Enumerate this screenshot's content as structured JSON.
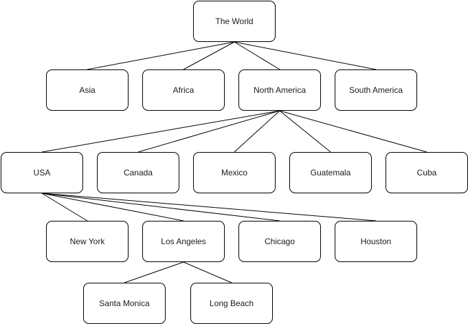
{
  "diagram": {
    "nodes": [
      {
        "id": "world",
        "label": "The World"
      },
      {
        "id": "asia",
        "label": "Asia"
      },
      {
        "id": "africa",
        "label": "Africa"
      },
      {
        "id": "north-america",
        "label": "North America"
      },
      {
        "id": "south-america",
        "label": "South America"
      },
      {
        "id": "usa",
        "label": "USA"
      },
      {
        "id": "canada",
        "label": "Canada"
      },
      {
        "id": "mexico",
        "label": "Mexico"
      },
      {
        "id": "guatemala",
        "label": "Guatemala"
      },
      {
        "id": "cuba",
        "label": "Cuba"
      },
      {
        "id": "new-york",
        "label": "New York"
      },
      {
        "id": "los-angeles",
        "label": "Los Angeles"
      },
      {
        "id": "chicago",
        "label": "Chicago"
      },
      {
        "id": "houston",
        "label": "Houston"
      },
      {
        "id": "santa-monica",
        "label": "Santa Monica"
      },
      {
        "id": "long-beach",
        "label": "Long Beach"
      }
    ],
    "edges": [
      {
        "from": "world",
        "to": "asia"
      },
      {
        "from": "world",
        "to": "africa"
      },
      {
        "from": "world",
        "to": "north-america"
      },
      {
        "from": "world",
        "to": "south-america"
      },
      {
        "from": "north-america",
        "to": "usa"
      },
      {
        "from": "north-america",
        "to": "canada"
      },
      {
        "from": "north-america",
        "to": "mexico"
      },
      {
        "from": "north-america",
        "to": "guatemala"
      },
      {
        "from": "north-america",
        "to": "cuba"
      },
      {
        "from": "usa",
        "to": "new-york"
      },
      {
        "from": "usa",
        "to": "los-angeles"
      },
      {
        "from": "usa",
        "to": "chicago"
      },
      {
        "from": "usa",
        "to": "houston"
      },
      {
        "from": "los-angeles",
        "to": "santa-monica"
      },
      {
        "from": "los-angeles",
        "to": "long-beach"
      }
    ]
  }
}
